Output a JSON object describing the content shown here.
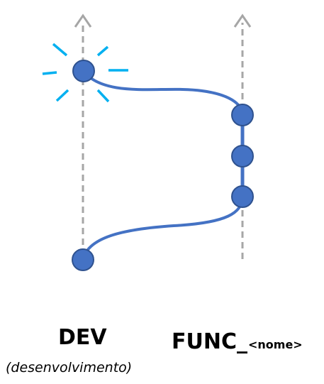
{
  "branches": {
    "dev": {
      "label": "DEV",
      "sublabel": "(desenvolvimento)"
    },
    "func": {
      "label": "FUNC_",
      "suffix": "<nome>"
    }
  },
  "colors": {
    "line": "#4472c4",
    "node_fill": "#4472c4",
    "node_stroke": "#2f528f",
    "axis": "#a6a6a6",
    "highlight_rays": "#00b0f0"
  },
  "icons": {
    "highlight": "sparkle-rays-icon",
    "arrow": "arrow-up-icon"
  },
  "nodes": {
    "dev": 2,
    "func": 3
  }
}
